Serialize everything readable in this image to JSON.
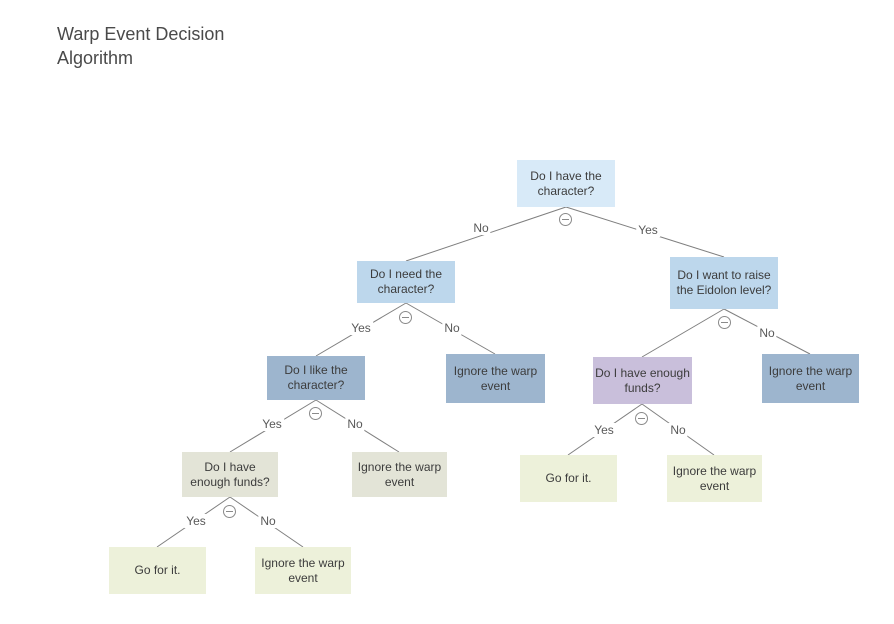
{
  "title": "Warp Event Decision Algorithm",
  "diagram_type": "decision-tree-flowchart",
  "colors": {
    "node-root": "#d8eaf8",
    "node-question-blue": "#bdd7ec",
    "node-slate": "#9db5ce",
    "node-purple": "#c9bfdb",
    "node-beige": "#e3e4d7",
    "node-green": "#edf1da",
    "line": "#7f7f7f",
    "node-text": "#3c3c3c",
    "label-text": "#595959",
    "title-text": "#4a4a4a"
  },
  "icons": {
    "collapse": "minus-circle"
  },
  "nodes": {
    "root": {
      "label": "Do I have the character?"
    },
    "need": {
      "label": "Do I need the character?"
    },
    "eidolon": {
      "label": "Do I want to raise the Eidolon level?"
    },
    "like": {
      "label": "Do I like the character?"
    },
    "ignore_need_no": {
      "label": "Ignore the warp event"
    },
    "funds_left": {
      "label": "Do I have enough funds?"
    },
    "ignore_like_no": {
      "label": "Ignore the warp event"
    },
    "go_left": {
      "label": "Go for it."
    },
    "ignore_funds_left_no": {
      "label": "Ignore the warp event"
    },
    "funds_right": {
      "label": "Do I have enough funds?"
    },
    "ignore_eidolon_no": {
      "label": "Ignore the warp event"
    },
    "go_right": {
      "label": "Go for it."
    },
    "ignore_funds_right_no": {
      "label": "Ignore the warp event"
    }
  },
  "edge_labels": {
    "root_no": "No",
    "root_yes": "Yes",
    "need_yes": "Yes",
    "need_no": "No",
    "like_yes": "Yes",
    "like_no": "No",
    "funds_left_yes": "Yes",
    "funds_left_no": "No",
    "eidolon_no": "No",
    "funds_right_yes": "Yes",
    "funds_right_no": "No"
  }
}
